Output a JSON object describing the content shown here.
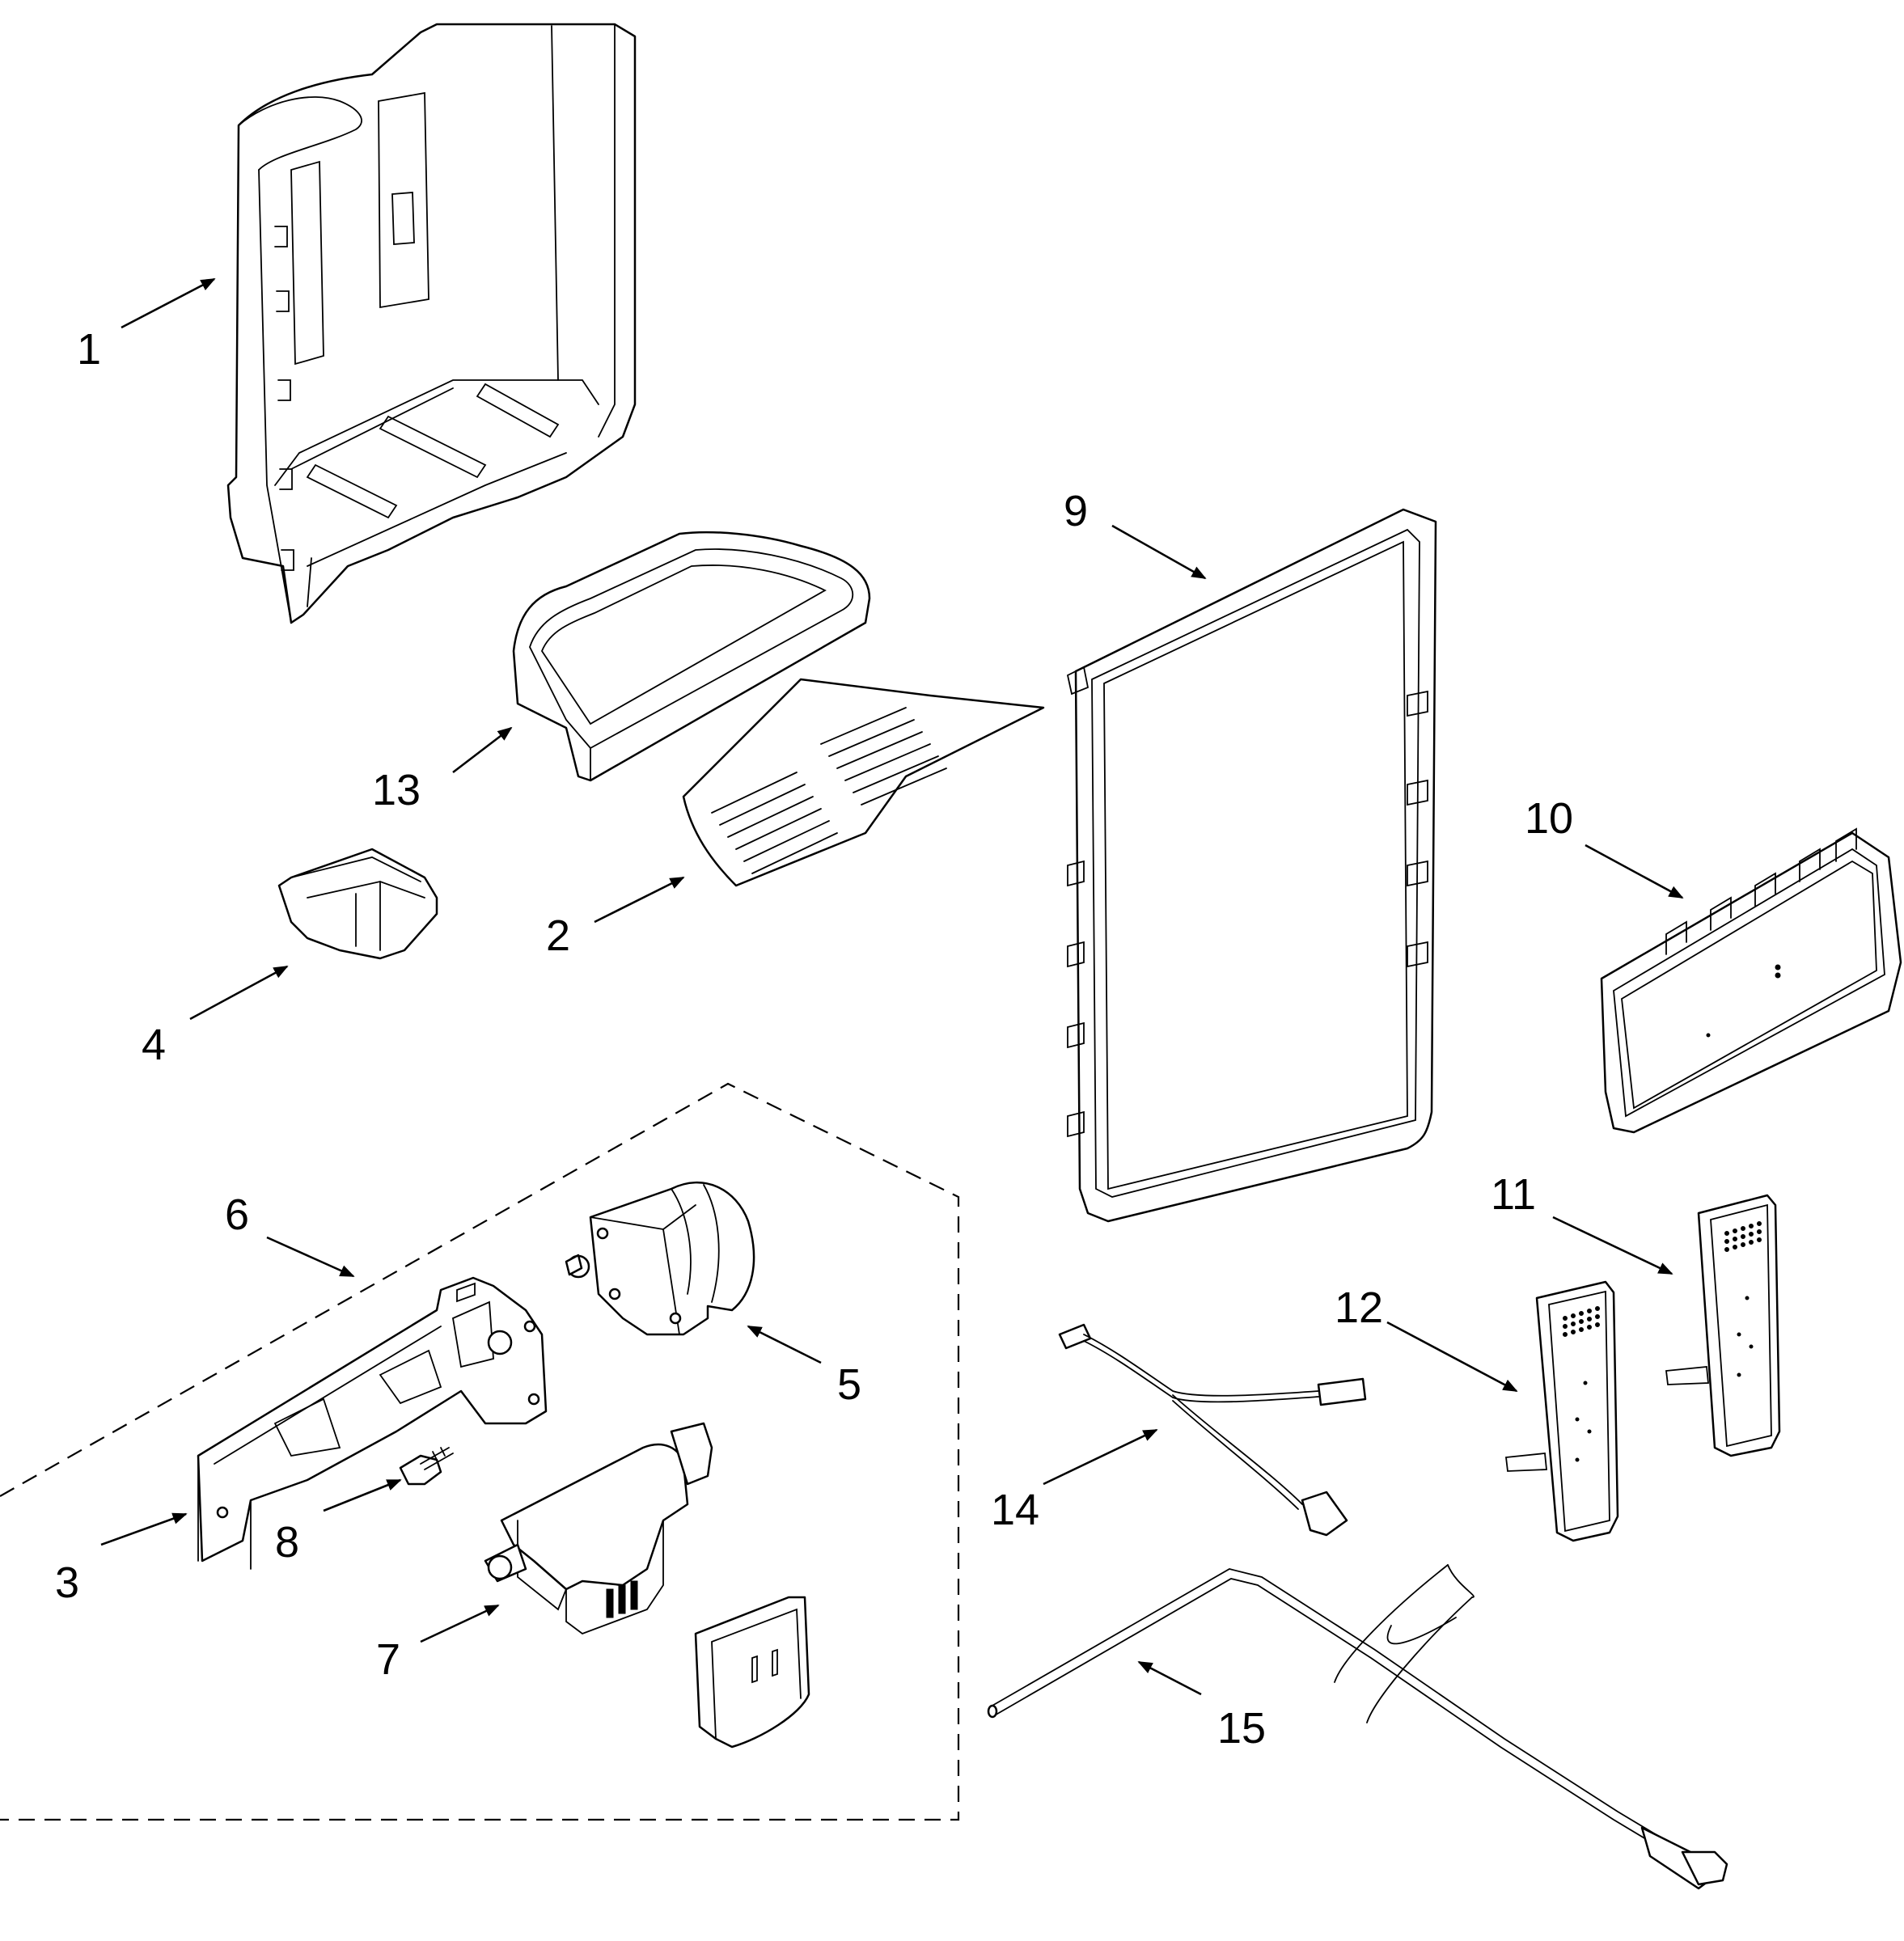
{
  "callouts": [
    {
      "id": "1",
      "text": "1"
    },
    {
      "id": "2",
      "text": "2"
    },
    {
      "id": "3",
      "text": "3"
    },
    {
      "id": "4",
      "text": "4"
    },
    {
      "id": "5",
      "text": "5"
    },
    {
      "id": "6",
      "text": "6"
    },
    {
      "id": "7",
      "text": "7"
    },
    {
      "id": "8",
      "text": "8"
    },
    {
      "id": "9",
      "text": "9"
    },
    {
      "id": "10",
      "text": "10"
    },
    {
      "id": "11",
      "text": "11"
    },
    {
      "id": "12",
      "text": "12"
    },
    {
      "id": "13",
      "text": "13"
    },
    {
      "id": "14",
      "text": "14"
    },
    {
      "id": "15",
      "text": "15"
    }
  ],
  "colors": {
    "line": "#000000",
    "background": "#ffffff"
  }
}
